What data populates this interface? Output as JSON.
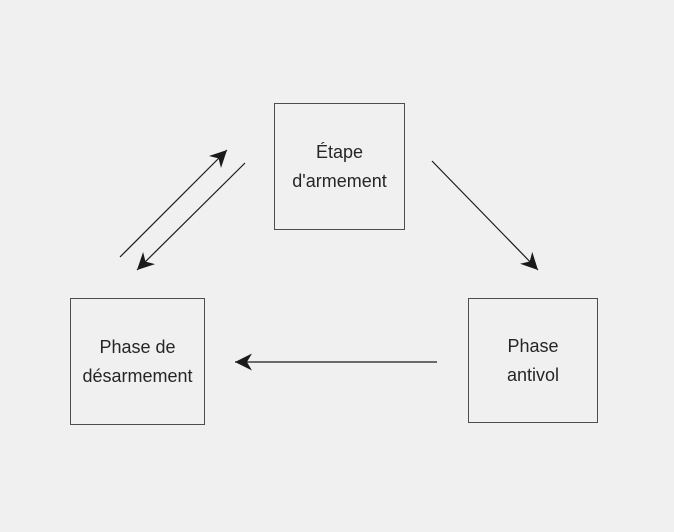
{
  "diagram": {
    "title": "Alarm phases cycle diagram",
    "colors": {
      "background": "#f0f0f0",
      "box_border": "#4d4d4d",
      "text": "#262626",
      "arrow": "#1a1a1a"
    },
    "nodes": [
      {
        "id": "etape-armement",
        "lines": [
          "Étape",
          "d'armement"
        ]
      },
      {
        "id": "phase-desarmement",
        "lines": [
          "Phase de",
          "désarmement"
        ]
      },
      {
        "id": "phase-antivol",
        "lines": [
          "Phase",
          "antivol"
        ]
      }
    ],
    "edges": [
      {
        "from": "phase-desarmement",
        "to": "etape-armement",
        "style": "arrow"
      },
      {
        "from": "etape-armement",
        "to": "phase-desarmement",
        "style": "arrow"
      },
      {
        "from": "etape-armement",
        "to": "phase-antivol",
        "style": "arrow"
      },
      {
        "from": "phase-antivol",
        "to": "phase-desarmement",
        "style": "arrow"
      }
    ]
  }
}
